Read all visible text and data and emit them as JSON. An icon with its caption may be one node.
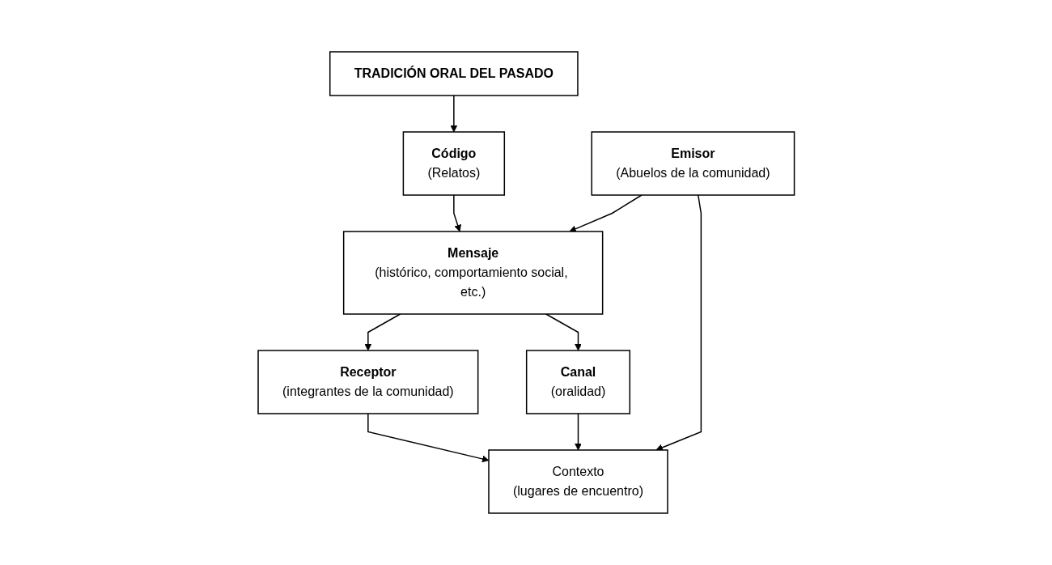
{
  "diagram": {
    "nodes": [
      {
        "text": [
          "TRADICIÓN ORAL DEL PASADO"
        ]
      },
      {
        "text": [
          "Código",
          "(Relatos)"
        ]
      },
      {
        "text": [
          "Emisor",
          "(Abuelos de la comunidad)"
        ]
      },
      {
        "text": [
          "Mensaje",
          "(histórico, comportamiento social, etc.)"
        ]
      },
      {
        "text": [
          "Receptor",
          "(integrantes de la comunidad)"
        ]
      },
      {
        "text": [
          "Canal",
          "(oralidad)"
        ]
      },
      {
        "text": [
          "Contexto",
          "(lugares de encuentro)"
        ]
      }
    ],
    "edges": [
      {
        "from": 0,
        "to": 1,
        "arrow": "to"
      },
      {
        "from": 1,
        "to": 3,
        "arrow": "to"
      },
      {
        "from": 2,
        "to": 3,
        "arrow": "to"
      },
      {
        "from": 3,
        "to": 4,
        "arrow": "to"
      },
      {
        "from": 3,
        "to": 5,
        "arrow": "to"
      },
      {
        "from": 5,
        "to": 6,
        "arrow": "to"
      },
      {
        "from": 2,
        "to": 6,
        "arrow": "to"
      },
      {
        "from": 4,
        "to": 6,
        "arrow": "to"
      }
    ]
  }
}
